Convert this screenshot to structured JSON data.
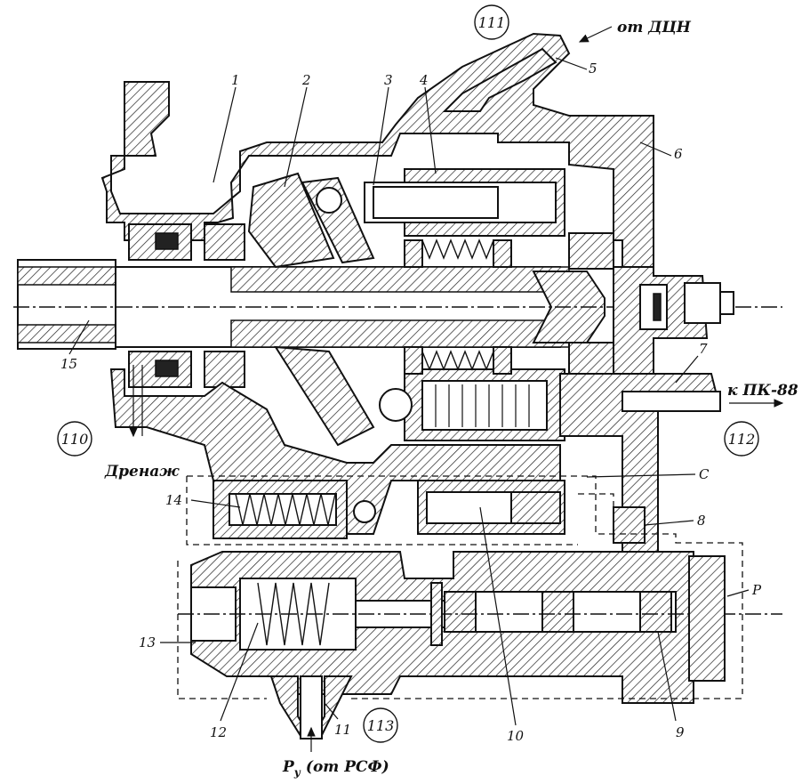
{
  "labels": {
    "n1": "1",
    "n2": "2",
    "n3": "3",
    "n4": "4",
    "n5": "5",
    "n6": "6",
    "n7": "7",
    "n8": "8",
    "n9": "9",
    "n10": "10",
    "n11": "11",
    "n12": "12",
    "n13": "13",
    "n14": "14",
    "n15": "15",
    "c": "C",
    "p": "P"
  },
  "circles": {
    "c110": "110",
    "c111": "111",
    "c112": "112",
    "c113": "113"
  },
  "flows": {
    "from_dcn": "от ДЦН",
    "to_pk": "к ПК-88",
    "drain": "Дренаж",
    "py_prefix": "P",
    "py_sub": "у",
    "py_suffix": " (от РСФ)"
  }
}
